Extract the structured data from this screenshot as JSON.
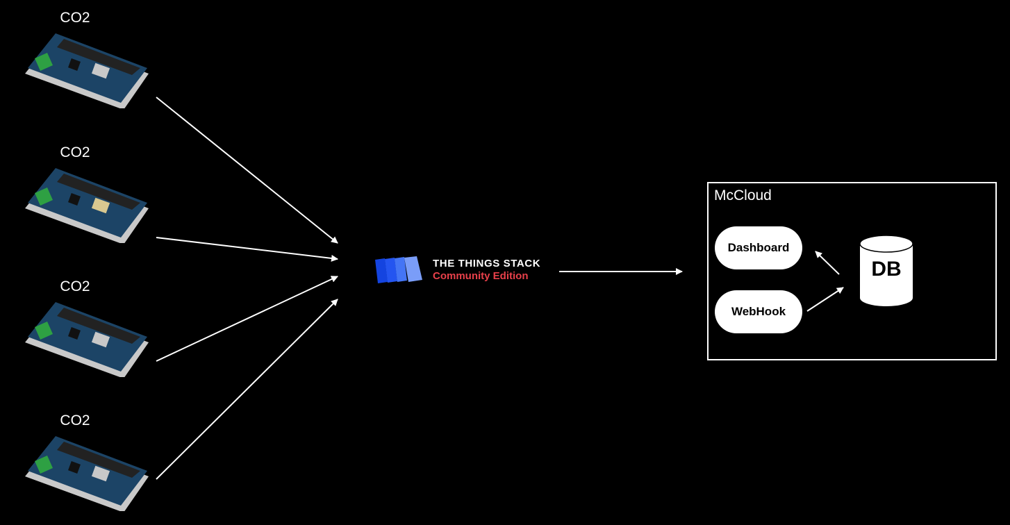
{
  "sensors": [
    {
      "label": "CO2"
    },
    {
      "label": "CO2"
    },
    {
      "label": "CO2"
    },
    {
      "label": "CO2"
    }
  ],
  "network": {
    "title": "THE THINGS STACK",
    "subtitle": "Community Edition",
    "icon": "tts-logo-icon",
    "brand_color": "#1f5eff",
    "subtitle_color": "#e8404a"
  },
  "cloud": {
    "title": "McCloud",
    "dashboard_label": "Dashboard",
    "webhook_label": "WebHook",
    "db_label": "DB"
  },
  "colors": {
    "background": "#000000",
    "foreground": "#ffffff"
  }
}
